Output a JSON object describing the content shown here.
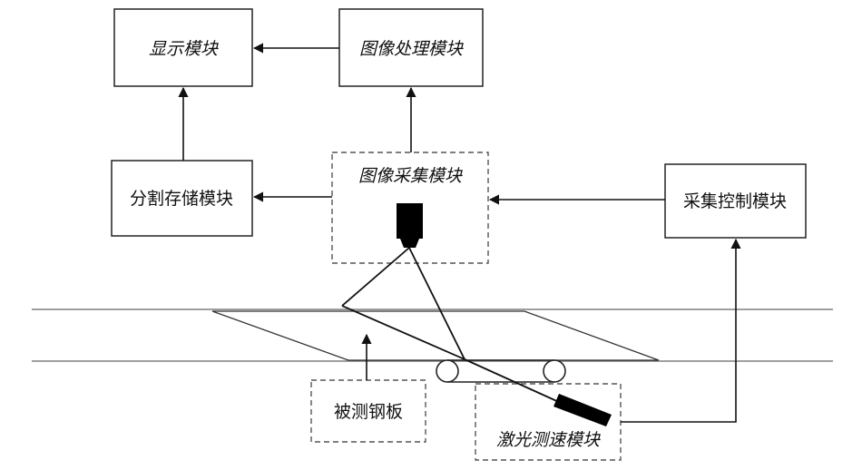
{
  "modules": {
    "display": "显示模块",
    "image_processing": "图像处理模块",
    "segment_storage": "分割存储模块",
    "image_acquisition": "图像采集模块",
    "acquisition_control": "采集控制模块",
    "steel_plate": "被测钢板",
    "laser_speed": "激光测速模块"
  },
  "colors": {
    "line": "#111111",
    "dashed_border": "#555555",
    "camera": "#000000",
    "background": "#ffffff"
  }
}
